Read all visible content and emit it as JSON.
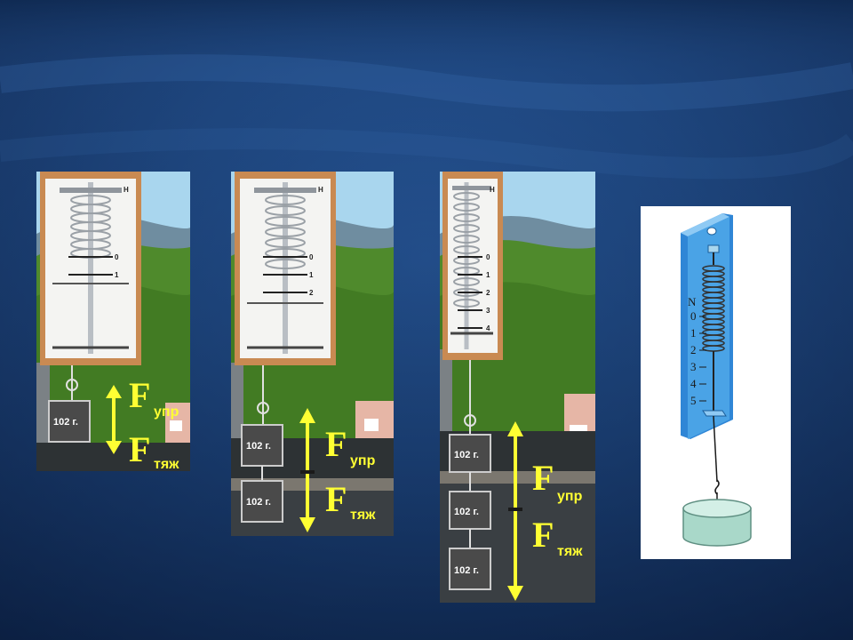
{
  "panels": [
    {
      "weight_count": 1,
      "scale_ticks": [
        "0",
        "1"
      ],
      "scale_top": "H",
      "weights": [
        "102 г."
      ],
      "force_up": {
        "symbol": "F",
        "sub": "упр"
      },
      "force_down": {
        "symbol": "F",
        "sub": "тяж"
      }
    },
    {
      "weight_count": 2,
      "scale_ticks": [
        "0",
        "1",
        "2"
      ],
      "scale_top": "H",
      "weights": [
        "102 г.",
        "102 г."
      ],
      "force_up": {
        "symbol": "F",
        "sub": "упр"
      },
      "force_down": {
        "symbol": "F",
        "sub": "тяж"
      }
    },
    {
      "weight_count": 3,
      "scale_ticks": [
        "0",
        "1",
        "2",
        "3",
        "4"
      ],
      "scale_top": "H",
      "weights": [
        "102 г.",
        "102 г.",
        "102 г."
      ],
      "force_up": {
        "symbol": "F",
        "sub": "упр"
      },
      "force_down": {
        "symbol": "F",
        "sub": "тяж"
      }
    }
  ],
  "dynamometer": {
    "unit": "N",
    "scale": [
      "0",
      "1",
      "2",
      "3",
      "4",
      "5"
    ]
  },
  "colors": {
    "arrow": "#ffff33",
    "sky": "#a9d6ee",
    "hill": "#4f8a2c",
    "frame": "#c98a52",
    "dynamometer": "#4aa3e6",
    "cylinder": "#bfe3d6"
  }
}
